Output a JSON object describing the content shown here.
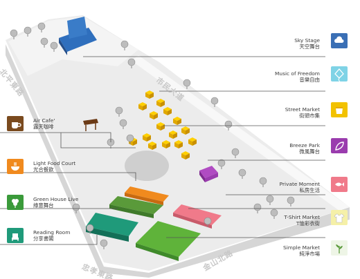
{
  "left_legend": [
    {
      "en": "Air Cafe'",
      "zh": "露天咖啡",
      "icon": "cafe-cup-icon",
      "color": "#7a4a1e"
    },
    {
      "en": "Light Food Court",
      "zh": "光合餐飲",
      "icon": "food-bowl-icon",
      "color": "#f08a1e"
    },
    {
      "en": "Green House Live",
      "zh": "綠意舞台",
      "icon": "clover-icon",
      "color": "#3a9a3a"
    },
    {
      "en": "Reading Room",
      "zh": "分享書閣",
      "icon": "reading-chair-icon",
      "color": "#1f9a7a"
    }
  ],
  "right_legend": [
    {
      "en": "Sky Stage",
      "zh": "天空舞台",
      "icon": "cloud-icon",
      "color": "#3a6fb5"
    },
    {
      "en": "Music of Freedom",
      "zh": "音樂自由",
      "icon": "kite-icon",
      "color": "#7fd3e6"
    },
    {
      "en": "Street Market",
      "zh": "街頭市集",
      "icon": "cup-icon",
      "color": "#f2c200"
    },
    {
      "en": "Breeze Park",
      "zh": "微風舞台",
      "icon": "leaf-icon",
      "color": "#9a3cae"
    },
    {
      "en": "Private Moment",
      "zh": "私房生活",
      "icon": "fish-icon",
      "color": "#f07a8a"
    },
    {
      "en": "T-Shirt Market",
      "zh": "T恤彩衣街",
      "icon": "tshirt-icon",
      "color": "#f5f0a8"
    },
    {
      "en": "Simple Market",
      "zh": "純淨市場",
      "icon": "plant-icon",
      "color": "#eef5e6"
    }
  ],
  "streets": {
    "north_left": "北平東路",
    "north_right": "市民大道",
    "south_left": "忠孝東路",
    "south_right": "金山北路"
  }
}
